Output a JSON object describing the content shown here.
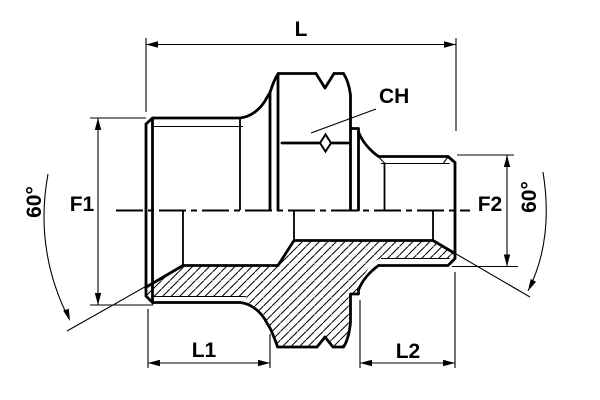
{
  "drawing": {
    "title": "threaded-adapter-fitting-drawing",
    "labels": {
      "overall_length": "L",
      "hex_wrench": "CH",
      "thread1_diameter": "F1",
      "thread2_diameter": "F2",
      "cone_angle_left": "60°",
      "cone_angle_right": "60°",
      "thread1_length": "L1",
      "thread2_length": "L2"
    },
    "colors": {
      "line": "#000000",
      "background": "#ffffff"
    }
  }
}
